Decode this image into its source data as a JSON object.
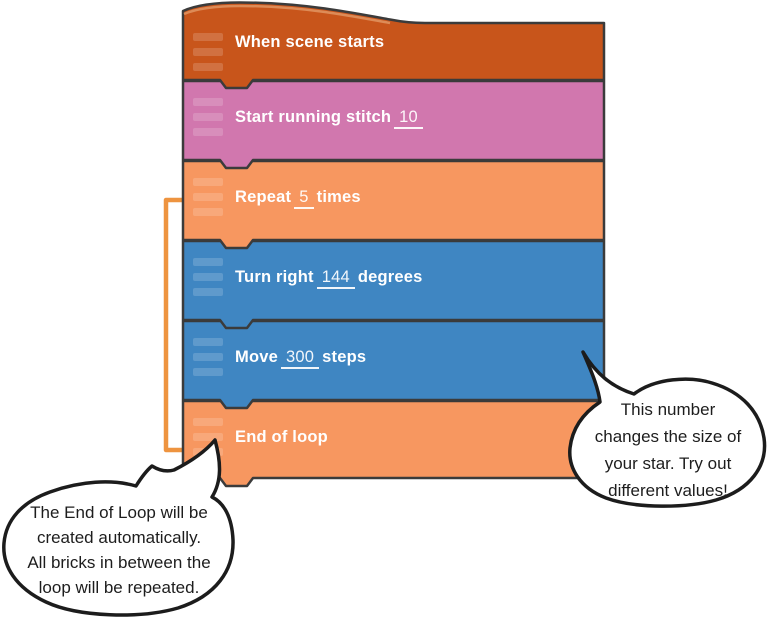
{
  "canvas_title": "block script with tutorial speech bubbles",
  "colors": {
    "background": "#ffffff",
    "block_outline": "#3b3b3b",
    "event_orange": "#c8551b",
    "event_highlight": "#dd8b57",
    "stitch_pink": "#d177ae",
    "loop_orange": "#f79760",
    "motion_blue": "#3f86c2",
    "loop_bracket": "#ee9440",
    "bubble_fill": "#ffffff",
    "bubble_stroke": "#1c1c1c"
  },
  "blocks": [
    {
      "id": "when-scene-starts",
      "label": "When scene starts",
      "color": "#c8551b"
    },
    {
      "id": "start-running-stitch",
      "prefix": "Start running stitch",
      "value": "10",
      "suffix": "",
      "color": "#d177ae"
    },
    {
      "id": "repeat",
      "prefix": "Repeat",
      "value": "5",
      "suffix": "times",
      "color": "#f79760"
    },
    {
      "id": "turn-right",
      "prefix": "Turn right",
      "value": "144",
      "suffix": "degrees",
      "color": "#3f86c2"
    },
    {
      "id": "move",
      "prefix": "Move",
      "value": "300",
      "suffix": "steps",
      "color": "#3f86c2"
    },
    {
      "id": "end-of-loop",
      "label": "End of loop",
      "color": "#f79760"
    }
  ],
  "speech_bubbles": [
    {
      "id": "move-value-hint",
      "lines": [
        "This number",
        "changes the size of",
        "your star. Try out",
        "different values!"
      ]
    },
    {
      "id": "end-of-loop-hint",
      "lines": [
        "The End of Loop will be",
        "created automatically.",
        "All bricks in between the",
        "loop will be repeated."
      ]
    }
  ]
}
